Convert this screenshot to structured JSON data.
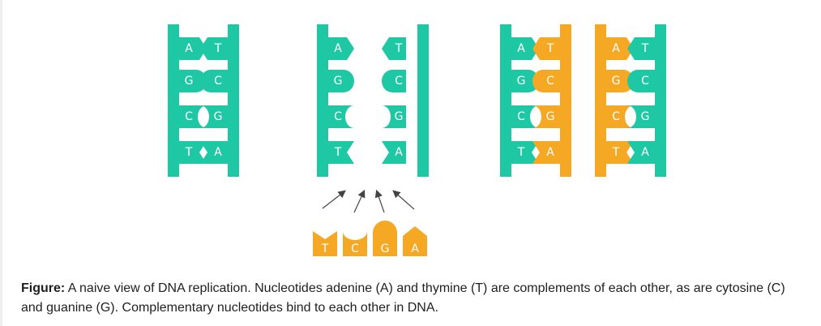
{
  "colors": {
    "teal": "#1fc8a5",
    "orange": "#f5a823",
    "arrow": "#444444",
    "text": "#1f1f1f"
  },
  "diagram": {
    "panels": [
      {
        "id": "original",
        "pairs": [
          [
            "A",
            "T"
          ],
          [
            "G",
            "C"
          ],
          [
            "C",
            "G"
          ],
          [
            "T",
            "A"
          ]
        ]
      },
      {
        "id": "separated",
        "pairs": [
          [
            "A",
            "T"
          ],
          [
            "G",
            "C"
          ],
          [
            "C",
            "G"
          ],
          [
            "T",
            "A"
          ]
        ]
      },
      {
        "id": "copy-left",
        "pairs": [
          [
            "A",
            "T"
          ],
          [
            "G",
            "C"
          ],
          [
            "C",
            "G"
          ],
          [
            "T",
            "A"
          ]
        ],
        "new_side": "right"
      },
      {
        "id": "copy-right",
        "pairs": [
          [
            "A",
            "T"
          ],
          [
            "G",
            "C"
          ],
          [
            "C",
            "G"
          ],
          [
            "T",
            "A"
          ]
        ],
        "new_side": "left"
      }
    ],
    "free_nucleotides": [
      "T",
      "C",
      "G",
      "A"
    ]
  },
  "caption": {
    "label": "Figure:",
    "text": " A naive view of DNA replication. Nucleotides adenine (A) and thymine (T) are complements of each other, as are cytosine (C) and guanine (G). Complementary nucleotides bind to each other in DNA."
  }
}
